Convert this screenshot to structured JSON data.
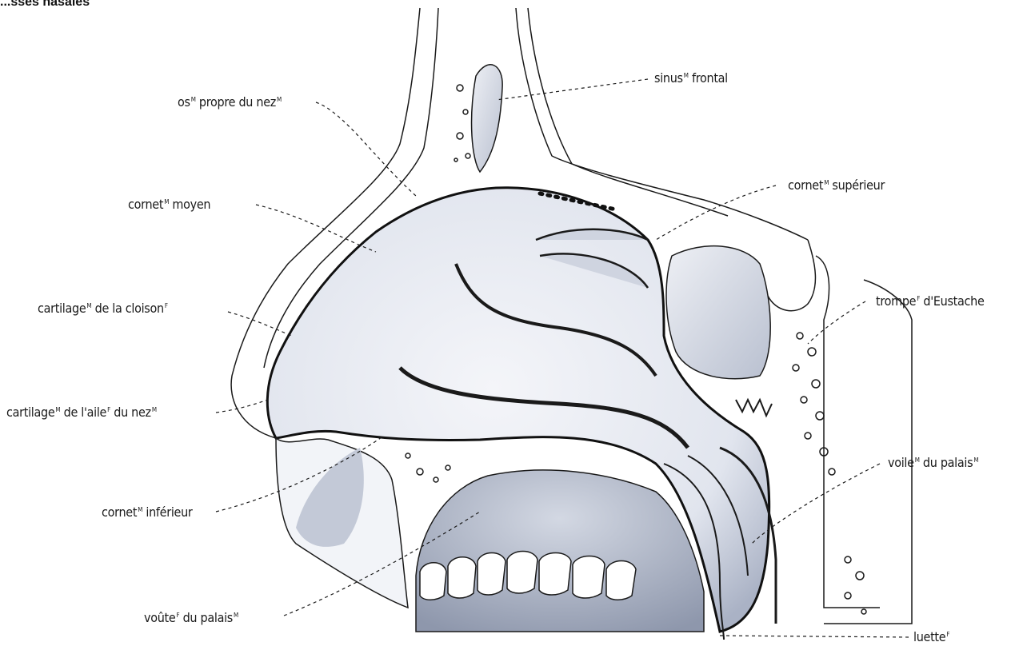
{
  "heading": "...sses nasales",
  "labels": {
    "sinus_frontal": {
      "text": "sinus",
      "sup": "M",
      "rest": " frontal"
    },
    "os_propre": {
      "text": "os",
      "sup": "M",
      "rest": " propre du nez",
      "sup2": "M"
    },
    "cornet_superieur": {
      "text": "cornet",
      "sup": "M",
      "rest": " supérieur"
    },
    "cornet_moyen": {
      "text": "cornet",
      "sup": "M",
      "rest": " moyen"
    },
    "cartilage_cloison": {
      "text": "cartilage",
      "sup": "M",
      "rest": " de la cloison",
      "sup2": "F"
    },
    "trompe": {
      "text": "trompe",
      "sup": "F",
      "rest": " d'Eustache"
    },
    "cartilage_aile": {
      "text": "cartilage",
      "sup": "M",
      "rest": " de l'aile",
      "sup2": "F",
      "rest2": " du nez",
      "sup3": "M"
    },
    "voile_palais": {
      "text": "voile",
      "sup": "M",
      "rest": " du palais",
      "sup2": "M"
    },
    "cornet_inferieur": {
      "text": "cornet",
      "sup": "M",
      "rest": " inférieur"
    },
    "voute_palais": {
      "text": "voûte",
      "sup": "F",
      "rest": " du palais",
      "sup2": "M"
    },
    "luette": {
      "text": "luette",
      "sup": "F"
    }
  },
  "colors": {
    "ink": "#1a1a1a",
    "tissue": "#e6e9f1",
    "shade": "#9aa3b8",
    "cavity": "#c6ccd9"
  }
}
